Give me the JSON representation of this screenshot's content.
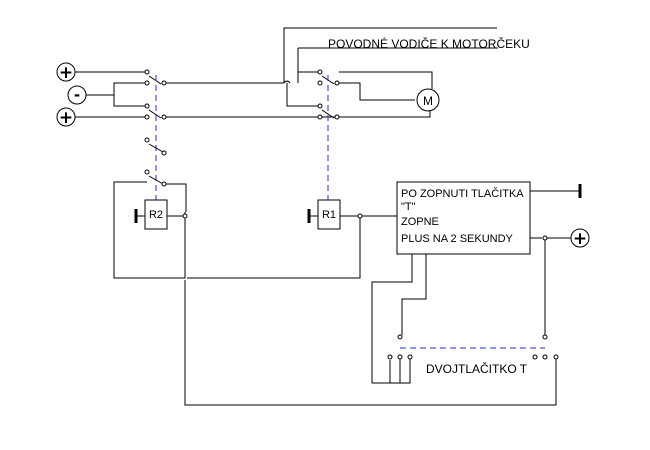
{
  "labels": {
    "motor_wires": "POVODNÉ VODIČE K MOTORČEKU",
    "motor": "M",
    "relay_r2": "R2",
    "relay_r1": "R1",
    "timer_line1": "PO ZOPNUTI TLAČITKA",
    "timer_line2": "\"T\"",
    "timer_line3": "ZOPNE",
    "timer_line4": "PLUS NA  2 SEKUNDY",
    "double_button": "DVOJTLAČITKO T",
    "plus": "+",
    "minus": "-"
  },
  "colors": {
    "wire": "#000000",
    "mechanical_link": "#2a2ad6"
  }
}
